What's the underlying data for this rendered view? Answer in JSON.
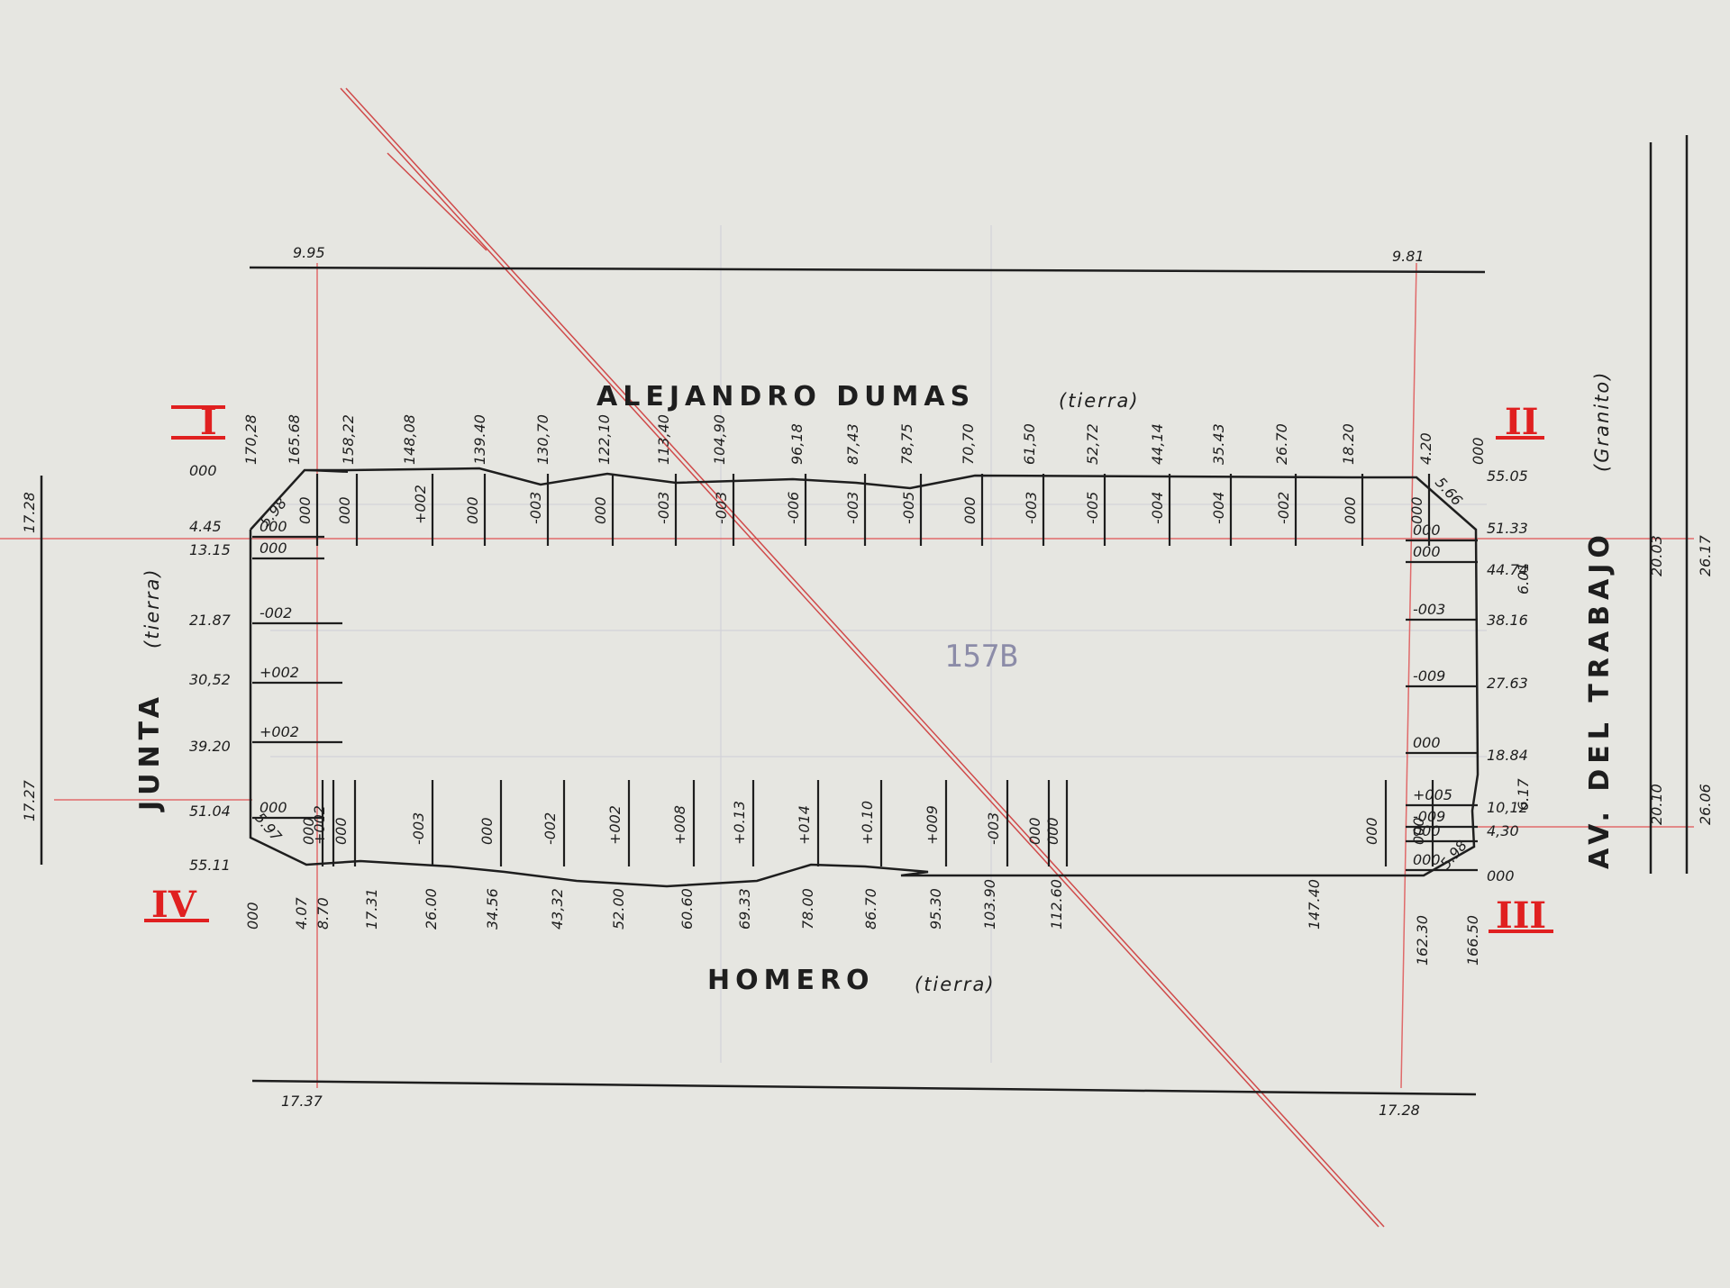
{
  "streets": {
    "top": "ALEJANDRO DUMAS",
    "top_surface": "(tierra)",
    "bottom": "HOMERO",
    "bottom_surface": "(tierra)",
    "left": "JUNTA",
    "left_surface": "(tierra)",
    "right": "AV. DEL TRABAJO",
    "right_surface": "(Granito)"
  },
  "block_number": "157B",
  "corner_labels": {
    "I": "I",
    "II": "II",
    "III": "III",
    "IV": "IV"
  },
  "curb_heights": {
    "top_left": "9.95",
    "top_right": "9.81",
    "bottom_left": "17.37",
    "bottom_right": "17.28",
    "left_top": "17.28",
    "left_bottom": "17.27",
    "right_inner_top": "20.03",
    "right_outer_top": "26.17",
    "right_inner_bottom": "20.10",
    "right_outer_bottom": "26.06",
    "right_mid_top": "6.01",
    "right_mid_bottom": "6.17"
  },
  "chamfers": {
    "tl": "5.98",
    "tr": "5.66",
    "br": "5.98",
    "bl": "5.97"
  },
  "top_side": {
    "distances": [
      "170,28",
      "165.68",
      "158,22",
      "148,08",
      "139.40",
      "130,70",
      "122,10",
      "113,40",
      "104,90",
      "96,18",
      "87,43",
      "78,75",
      "70,70",
      "61,50",
      "52,72",
      "44,14",
      "35.43",
      "26.70",
      "18.20",
      "4.20",
      "000"
    ],
    "levels": [
      "000",
      "000",
      "+002",
      "000",
      "-003",
      "000",
      "-003",
      "-003",
      "-006",
      "-003",
      "-005",
      "000",
      "-003",
      "-005",
      "-004",
      "-004",
      "-002",
      "000",
      "000"
    ]
  },
  "bottom_side": {
    "distances": [
      "000",
      "4.07",
      "8.70",
      "17.31",
      "26.00",
      "34.56",
      "43,32",
      "52.00",
      "60.60",
      "69.33",
      "78.00",
      "86.70",
      "95.30",
      "103.90",
      "112.60",
      "147.40",
      "162.30",
      "166.50"
    ],
    "levels": [
      "000",
      "+002",
      "000",
      "-003",
      "000",
      "-002",
      "+002",
      "+008",
      "+0.13",
      "+014",
      "+0.10",
      "+009",
      "-003",
      "000",
      "000",
      "000",
      "000"
    ]
  },
  "left_side": {
    "distances": [
      "000",
      "4.45",
      "13.15",
      "21.87",
      "30,52",
      "39.20",
      "51.04",
      "55.11"
    ],
    "levels": [
      "000",
      "000",
      "-002",
      "+002",
      "+002",
      "000"
    ]
  },
  "right_side": {
    "distances": [
      "55.05",
      "51.33",
      "44.74",
      "38.16",
      "27.63",
      "18.84",
      "10,12",
      "4,30",
      "000"
    ],
    "levels": [
      "000",
      "000",
      "-003",
      "-009",
      "000",
      "+005",
      "-009",
      "000",
      "000"
    ]
  },
  "colors": {
    "paper": "#e6e6e1",
    "ink": "#1e1e1e",
    "red": "#e02020",
    "red_line": "#e06a6a",
    "pencil": "#8c8ca8"
  }
}
